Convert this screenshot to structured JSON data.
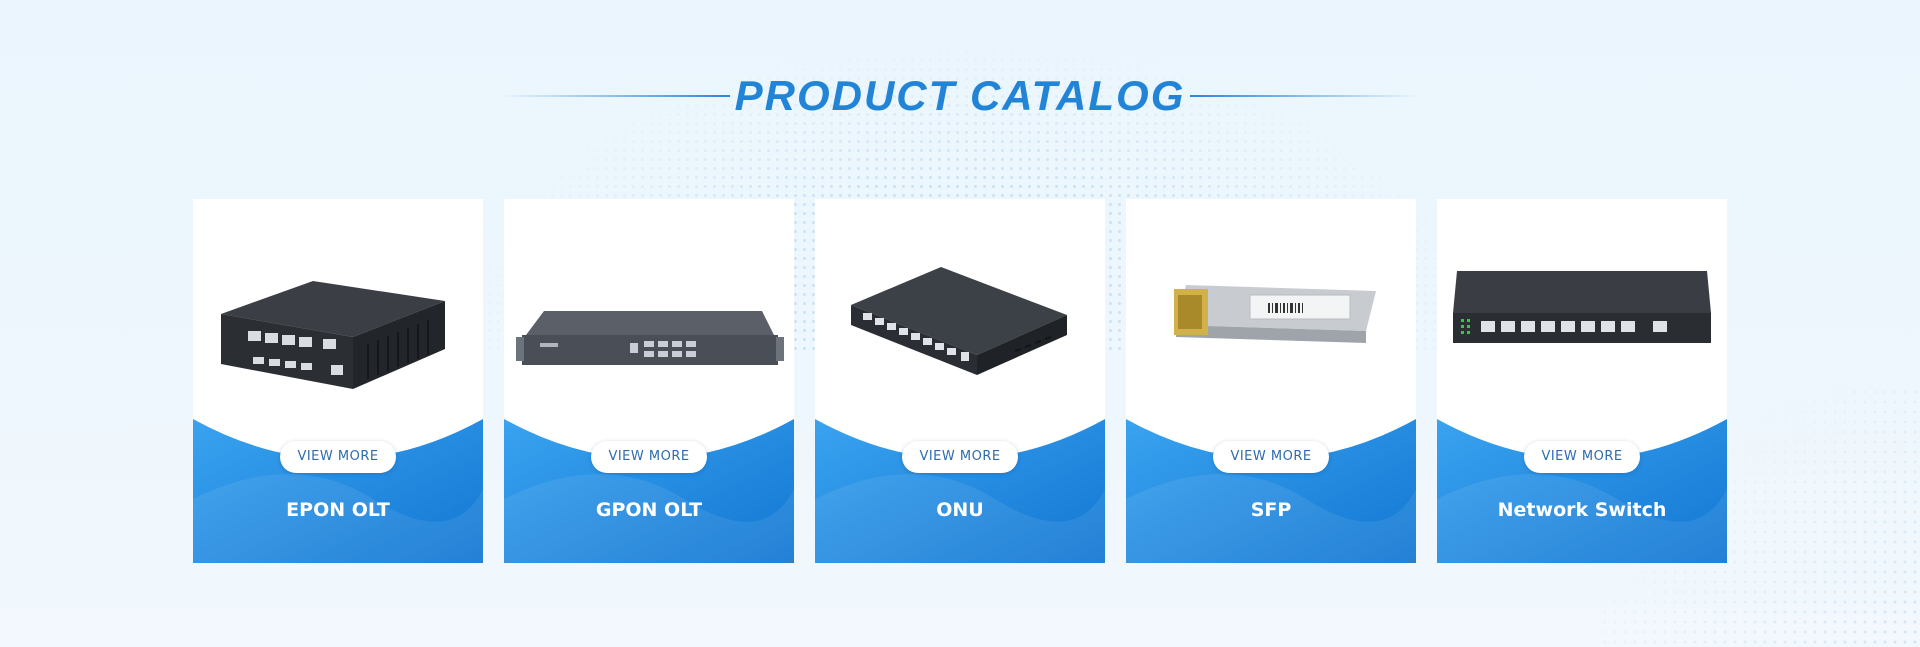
{
  "header": {
    "title": "PRODUCT  CATALOG"
  },
  "products": [
    {
      "name": "EPON OLT",
      "button": "VIEW MORE",
      "image_icon": "epon-olt-device"
    },
    {
      "name": "GPON OLT",
      "button": "VIEW MORE",
      "image_icon": "gpon-olt-device"
    },
    {
      "name": "ONU",
      "button": "VIEW MORE",
      "image_icon": "onu-device"
    },
    {
      "name": "SFP",
      "button": "VIEW MORE",
      "image_icon": "sfp-module"
    },
    {
      "name": "Network Switch",
      "button": "VIEW MORE",
      "image_icon": "network-switch-device"
    }
  ],
  "colors": {
    "accent": "#2184d6",
    "card_blue": "#1e8de6",
    "background": "#eaf5fd"
  }
}
